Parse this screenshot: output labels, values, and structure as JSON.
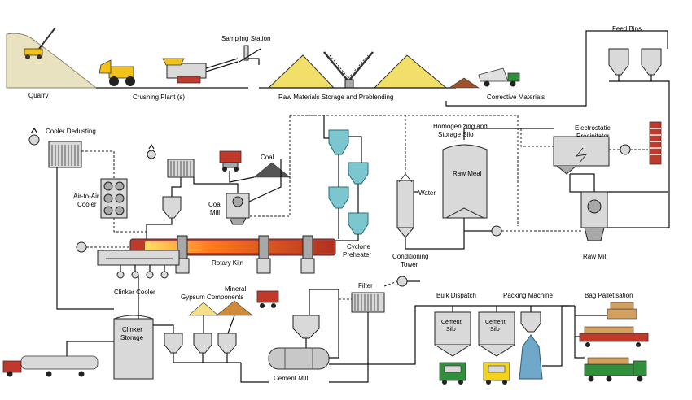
{
  "labels": {
    "quarry": "Quarry",
    "crushing_plant": "Crushing Plant (s)",
    "sampling_station": "Sampling Station",
    "raw_materials_storage": "Raw Materials Storage   and Preblending",
    "corrective_materials": "Corrective Materials",
    "feed_bins": "Feed Bins",
    "cooler_dedusting": "Cooler Dedusting",
    "coal": "Coal",
    "coal_mill_1": "Coal",
    "coal_mill_2": "Mill",
    "homogenizing_1": "Homogenizing and",
    "homogenizing_2": "Storage Silo",
    "electrostatic_1": "Electrostatic",
    "electrostatic_2": "Precipitator",
    "air_cooler_1": "Air-to-Air",
    "air_cooler_2": "Cooler",
    "water": "Water",
    "raw_meal": "Raw Meal",
    "rotary_kiln": "Rotary Kiln",
    "cyclone_1": "Cyclone",
    "cyclone_2": "Preheater",
    "conditioning_1": "Conditioning",
    "conditioning_2": "Tower",
    "raw_mill": "Raw Mill",
    "clinker_cooler": "Clinker Cooler",
    "mineral_1": "Mineral",
    "mineral_2": "Gypsum  Components",
    "filter": "Filter",
    "bulk_dispatch": "Bulk Dispatch",
    "packing_machine": "Packing Machine",
    "bag_palletisation": "Bag Palletisation",
    "clinker_storage_1": "Clinker",
    "clinker_storage_2": "Storage",
    "cement_mill": "Cement Mill",
    "cement_silo_a_1": "Cement",
    "cement_silo_a_2": "Silo",
    "cement_silo_b_1": "Cement",
    "cement_silo_b_2": "Silo"
  },
  "colors": {
    "kiln_flame": "#ff7a1a",
    "kiln_shell": "#c0392b",
    "preheater": "#7cc6cf",
    "truck_red": "#c0392b",
    "stockpile": "#f2df6a",
    "corrective": "#a0522d",
    "gypsum": "#f5e08a",
    "mineral": "#d08a3a",
    "coal_pile": "#555555",
    "stack": "#c0392b"
  }
}
